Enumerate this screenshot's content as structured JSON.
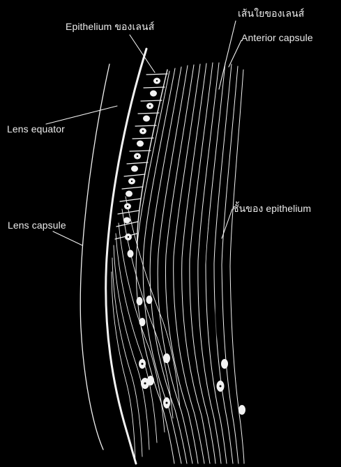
{
  "labels": {
    "epithelium_of_lens": "Epithelium ของเลนส์",
    "lens_fibers": "เส้นใยของเลนส์",
    "anterior_capsule": "Anterior capsule",
    "lens_equator": "Lens equator",
    "lens_capsule": "Lens capsule",
    "epithelium_layer": "ชั้นของ epithelium"
  },
  "colors": {
    "background": "#000000",
    "line": "#f2f2f2"
  }
}
